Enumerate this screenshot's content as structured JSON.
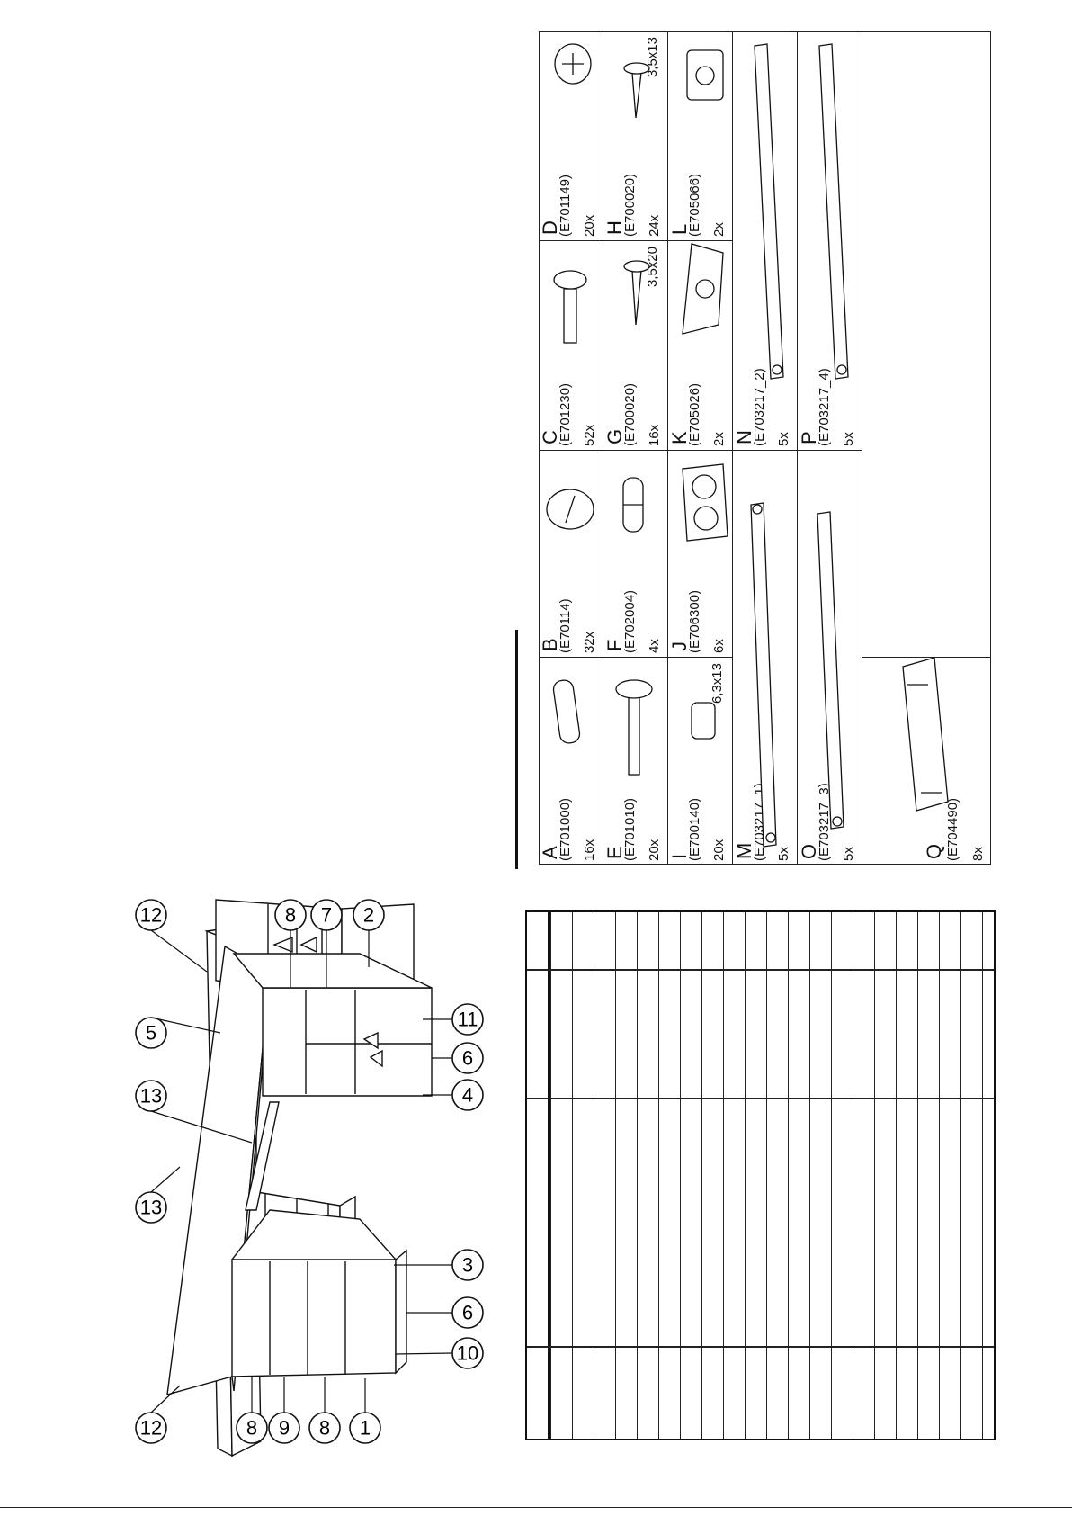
{
  "hardware": [
    {
      "letter": "A",
      "code": "(E701000)",
      "qty": "16x",
      "size": "",
      "icon": "dowel-icon"
    },
    {
      "letter": "B",
      "code": "(E70114)",
      "qty": "32x",
      "size": "",
      "icon": "cam-lock-icon"
    },
    {
      "letter": "C",
      "code": "(E701230)",
      "qty": "52x",
      "size": "",
      "icon": "cam-bolt-icon"
    },
    {
      "letter": "D",
      "code": "(E701149)",
      "qty": "20x",
      "size": "",
      "icon": "cam-nut-icon"
    },
    {
      "letter": "E",
      "code": "(E701010)",
      "qty": "20x",
      "size": "",
      "icon": "connector-bolt-icon"
    },
    {
      "letter": "F",
      "code": "(E702004)",
      "qty": "4x",
      "size": "",
      "icon": "pin-icon"
    },
    {
      "letter": "G",
      "code": "(E700020)",
      "qty": "16x",
      "size": "3,5x20",
      "icon": "screw-icon"
    },
    {
      "letter": "H",
      "code": "(E700020)",
      "qty": "24x",
      "size": "3,5x13",
      "icon": "short-screw-icon"
    },
    {
      "letter": "I",
      "code": "(E700140)",
      "qty": "20x",
      "size": "6,3x13",
      "icon": "insert-nut-icon"
    },
    {
      "letter": "J",
      "code": "(E706300)",
      "qty": "6x",
      "size": "",
      "icon": "plate-icon"
    },
    {
      "letter": "K",
      "code": "(E705026)",
      "qty": "2x",
      "size": "",
      "icon": "hinge-icon"
    },
    {
      "letter": "L",
      "code": "(E705066)",
      "qty": "2x",
      "size": "",
      "icon": "mounting-plate-icon"
    },
    {
      "letter": "M",
      "code": "(E703217_1)",
      "qty": "5x",
      "size": "",
      "icon": "drawer-rail-icon"
    },
    {
      "letter": "N",
      "code": "(E703217_2)",
      "qty": "5x",
      "size": "",
      "icon": "drawer-rail-icon"
    },
    {
      "letter": "O",
      "code": "(E703217_3)",
      "qty": "5x",
      "size": "",
      "icon": "drawer-rail-icon"
    },
    {
      "letter": "P",
      "code": "(E703217_4)",
      "qty": "5x",
      "size": "",
      "icon": "drawer-rail-icon"
    },
    {
      "letter": "Q",
      "code": "(E704490)",
      "qty": "8x",
      "size": "",
      "icon": "handle-icon"
    }
  ],
  "callouts": [
    "12",
    "8",
    "9",
    "8",
    "1",
    "10",
    "6",
    "3",
    "13",
    "13",
    "5",
    "4",
    "6",
    "11",
    "12",
    "8",
    "7",
    "2"
  ]
}
